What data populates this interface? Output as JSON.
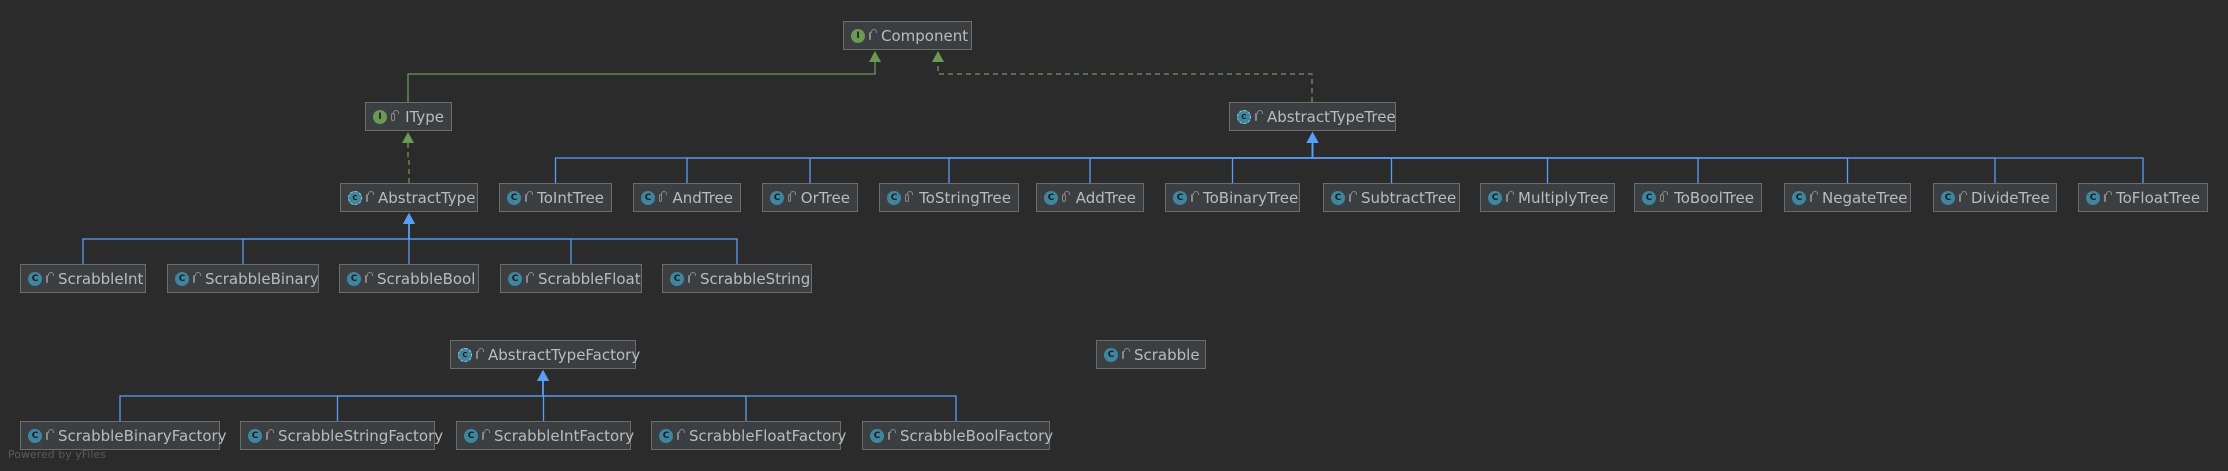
{
  "colors": {
    "background": "#2b2b2b",
    "node_fill": "#3c3f41",
    "node_border": "#6c6c6c",
    "text": "#bbbbbb",
    "implements_edge": "#6a9955",
    "extends_edge": "#589df6"
  },
  "nodes": {
    "component": {
      "label": "Component",
      "kind": "interface"
    },
    "itype": {
      "label": "IType",
      "kind": "interface"
    },
    "abstract_type_tree": {
      "label": "AbstractTypeTree",
      "kind": "abstract"
    },
    "abstract_type": {
      "label": "AbstractType",
      "kind": "abstract"
    },
    "to_int_tree": {
      "label": "ToIntTree",
      "kind": "class"
    },
    "and_tree": {
      "label": "AndTree",
      "kind": "class"
    },
    "or_tree": {
      "label": "OrTree",
      "kind": "class"
    },
    "to_string_tree": {
      "label": "ToStringTree",
      "kind": "class"
    },
    "add_tree": {
      "label": "AddTree",
      "kind": "class"
    },
    "to_binary_tree": {
      "label": "ToBinaryTree",
      "kind": "class"
    },
    "subtract_tree": {
      "label": "SubtractTree",
      "kind": "class"
    },
    "multiply_tree": {
      "label": "MultiplyTree",
      "kind": "class"
    },
    "to_bool_tree": {
      "label": "ToBoolTree",
      "kind": "class"
    },
    "negate_tree": {
      "label": "NegateTree",
      "kind": "class"
    },
    "divide_tree": {
      "label": "DivideTree",
      "kind": "class"
    },
    "to_float_tree": {
      "label": "ToFloatTree",
      "kind": "class"
    },
    "scrabble_int": {
      "label": "ScrabbleInt",
      "kind": "class"
    },
    "scrabble_binary": {
      "label": "ScrabbleBinary",
      "kind": "class"
    },
    "scrabble_bool": {
      "label": "ScrabbleBool",
      "kind": "class"
    },
    "scrabble_float": {
      "label": "ScrabbleFloat",
      "kind": "class"
    },
    "scrabble_string": {
      "label": "ScrabbleString",
      "kind": "class"
    },
    "abstract_type_factory": {
      "label": "AbstractTypeFactory",
      "kind": "abstract"
    },
    "scrabble": {
      "label": "Scrabble",
      "kind": "main"
    },
    "scrabble_binary_factory": {
      "label": "ScrabbleBinaryFactory",
      "kind": "class"
    },
    "scrabble_string_factory": {
      "label": "ScrabbleStringFactory",
      "kind": "class"
    },
    "scrabble_int_factory": {
      "label": "ScrabbleIntFactory",
      "kind": "class"
    },
    "scrabble_float_factory": {
      "label": "ScrabbleFloatFactory",
      "kind": "class"
    },
    "scrabble_bool_factory": {
      "label": "ScrabbleBoolFactory",
      "kind": "class"
    }
  },
  "icon_names": {
    "interface": "interface-icon",
    "class": "class-icon",
    "abstract": "abstract-class-icon",
    "main": "runnable-class-icon"
  },
  "icon_glyphs": {
    "interface": "I",
    "class": "C",
    "abstract": "C",
    "main": "C"
  },
  "edges": [
    {
      "from": "itype",
      "to": "component",
      "type": "extends-interface"
    },
    {
      "from": "abstract_type_tree",
      "to": "component",
      "type": "implements"
    },
    {
      "from": "abstract_type",
      "to": "itype",
      "type": "implements"
    },
    {
      "from": "to_int_tree",
      "to": "abstract_type_tree",
      "type": "extends"
    },
    {
      "from": "and_tree",
      "to": "abstract_type_tree",
      "type": "extends"
    },
    {
      "from": "or_tree",
      "to": "abstract_type_tree",
      "type": "extends"
    },
    {
      "from": "to_string_tree",
      "to": "abstract_type_tree",
      "type": "extends"
    },
    {
      "from": "add_tree",
      "to": "abstract_type_tree",
      "type": "extends"
    },
    {
      "from": "to_binary_tree",
      "to": "abstract_type_tree",
      "type": "extends"
    },
    {
      "from": "subtract_tree",
      "to": "abstract_type_tree",
      "type": "extends"
    },
    {
      "from": "multiply_tree",
      "to": "abstract_type_tree",
      "type": "extends"
    },
    {
      "from": "to_bool_tree",
      "to": "abstract_type_tree",
      "type": "extends"
    },
    {
      "from": "negate_tree",
      "to": "abstract_type_tree",
      "type": "extends"
    },
    {
      "from": "divide_tree",
      "to": "abstract_type_tree",
      "type": "extends"
    },
    {
      "from": "to_float_tree",
      "to": "abstract_type_tree",
      "type": "extends"
    },
    {
      "from": "scrabble_int",
      "to": "abstract_type",
      "type": "extends"
    },
    {
      "from": "scrabble_binary",
      "to": "abstract_type",
      "type": "extends"
    },
    {
      "from": "scrabble_bool",
      "to": "abstract_type",
      "type": "extends"
    },
    {
      "from": "scrabble_float",
      "to": "abstract_type",
      "type": "extends"
    },
    {
      "from": "scrabble_string",
      "to": "abstract_type",
      "type": "extends"
    },
    {
      "from": "scrabble_binary_factory",
      "to": "abstract_type_factory",
      "type": "extends"
    },
    {
      "from": "scrabble_string_factory",
      "to": "abstract_type_factory",
      "type": "extends"
    },
    {
      "from": "scrabble_int_factory",
      "to": "abstract_type_factory",
      "type": "extends"
    },
    {
      "from": "scrabble_float_factory",
      "to": "abstract_type_factory",
      "type": "extends"
    },
    {
      "from": "scrabble_bool_factory",
      "to": "abstract_type_factory",
      "type": "extends"
    }
  ],
  "footer": "Powered by yFiles"
}
